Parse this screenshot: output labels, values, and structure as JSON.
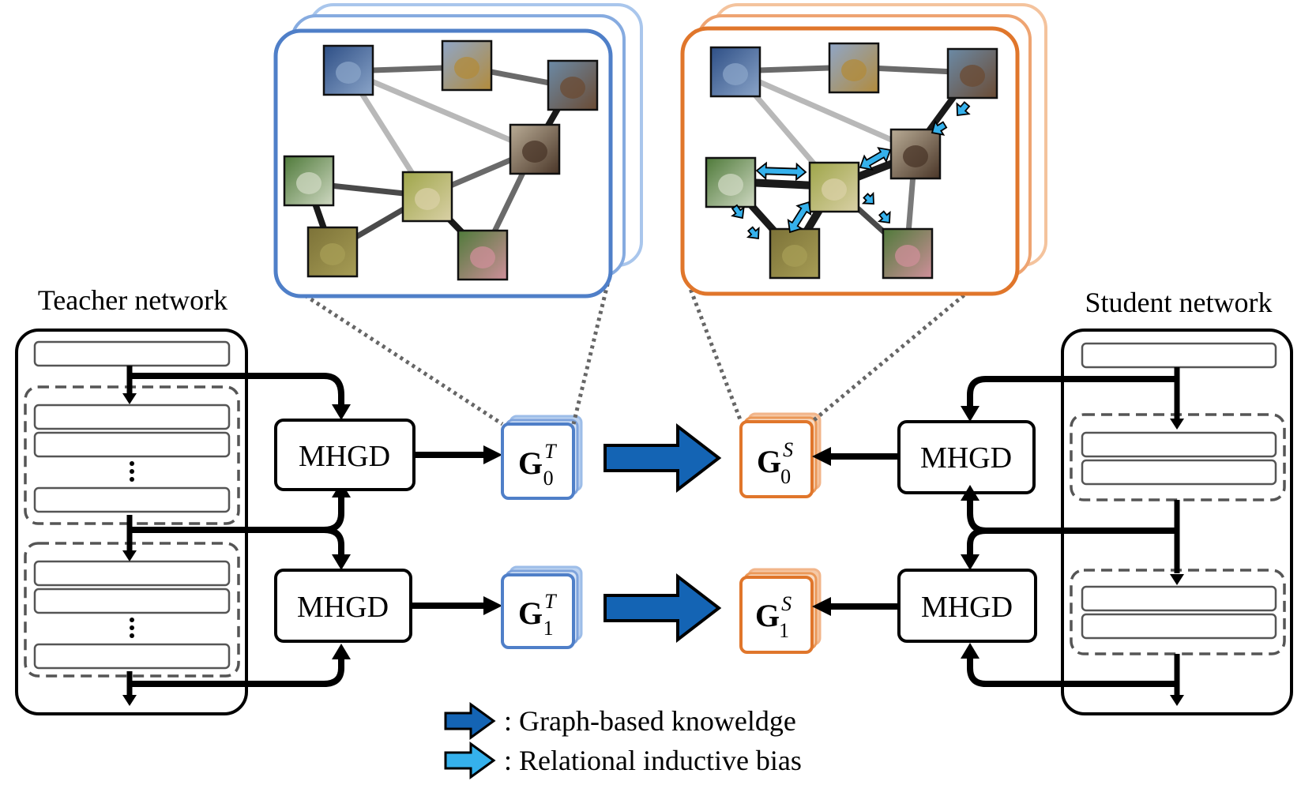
{
  "labels": {
    "teacher_title": "Teacher network",
    "student_title": "Student network"
  },
  "modules": {
    "teacher_top": "MHGD",
    "teacher_bottom": "MHGD",
    "student_top": "MHGD",
    "student_bottom": "MHGD"
  },
  "graphs": {
    "teacher_0": {
      "base": "G",
      "sup": "T",
      "sub": "0"
    },
    "teacher_1": {
      "base": "G",
      "sup": "T",
      "sub": "1"
    },
    "student_0": {
      "base": "G",
      "sup": "S",
      "sub": "0"
    },
    "student_1": {
      "base": "G",
      "sup": "S",
      "sub": "1"
    }
  },
  "legend": {
    "graph_knowledge": ": Graph-based knoweldge",
    "inductive_bias": ": Relational inductive bias"
  },
  "colors": {
    "teacher_blue": "#4f7fc8",
    "teacher_blue_light": "#9dbde8",
    "student_orange": "#e0762b",
    "student_orange_light": "#f2b58a",
    "knowledge_arrow": "#1464b4",
    "bias_arrow": "#35b1ec",
    "edge_dark": "#1a1a1a",
    "edge_mid": "#6a6a6a",
    "edge_light": "#b8b8b8"
  },
  "thumbnails": [
    {
      "name": "book-cover-thumbnail",
      "colors": [
        "#2e4f86",
        "#8aa4c8"
      ]
    },
    {
      "name": "spider-thumbnail",
      "colors": [
        "#8fa6c8",
        "#b28b3b"
      ]
    },
    {
      "name": "tablet-thumbnail",
      "colors": [
        "#6b8aa6",
        "#6b4b33"
      ]
    },
    {
      "name": "rock-thumbnail",
      "colors": [
        "#b9ac96",
        "#4a3628"
      ]
    },
    {
      "name": "tree-thumbnail",
      "colors": [
        "#4f7a3a",
        "#cfd8c2"
      ]
    },
    {
      "name": "pears-thumbnail",
      "colors": [
        "#9fa64a",
        "#d9d0a6"
      ]
    },
    {
      "name": "grass-thumbnail",
      "colors": [
        "#7c7238",
        "#a79d55"
      ]
    },
    {
      "name": "garlic-thumbnail",
      "colors": [
        "#4f7a3a",
        "#cf8f9a"
      ]
    }
  ]
}
